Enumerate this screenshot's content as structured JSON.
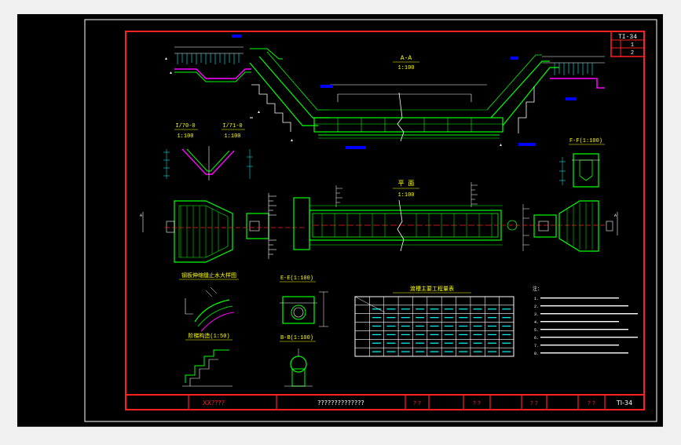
{
  "sheet": {
    "drawing_number": "TI-34",
    "revisions": [
      "1",
      "2"
    ]
  },
  "views": {
    "section_a": {
      "title": "A-A",
      "scale": "1:100"
    },
    "plan": {
      "title": "平 面",
      "scale": "1:100"
    },
    "section_left": {
      "title": "I/70-0",
      "scale": "1:100"
    },
    "section_right": {
      "title": "I/71-0",
      "scale": "1:100"
    },
    "section_f": {
      "title": "F-F(1:100)"
    },
    "section_e": {
      "title": "E-E(1:100)"
    },
    "section_b": {
      "title": "B-B(1:100)"
    },
    "detail_joint": {
      "title": "钢板伸缩缝止水大样图"
    },
    "detail_step": {
      "title": "阶梯构造(1:50)"
    }
  },
  "quantity_table": {
    "title": "渡槽主要工程量表",
    "rows": 6,
    "cols": 10
  },
  "notes": {
    "heading": "注：",
    "lines": [
      "1.",
      "2.",
      "3.",
      "4.",
      "5.",
      "6.",
      "7.",
      "8."
    ]
  },
  "title_block": {
    "designer": "XX????",
    "project": "??????????????",
    "field_1": "? ?",
    "field_2": "? ?",
    "field_3": "? ?",
    "field_4": "? ?",
    "sheet_no": "TI-34"
  },
  "colors": {
    "background": "#000000",
    "frame": "#ff0000",
    "structure": "#00ff00",
    "text": "#ffff00",
    "dimension": "#00ffff",
    "label": "#0000ff",
    "white": "#ffffff"
  }
}
